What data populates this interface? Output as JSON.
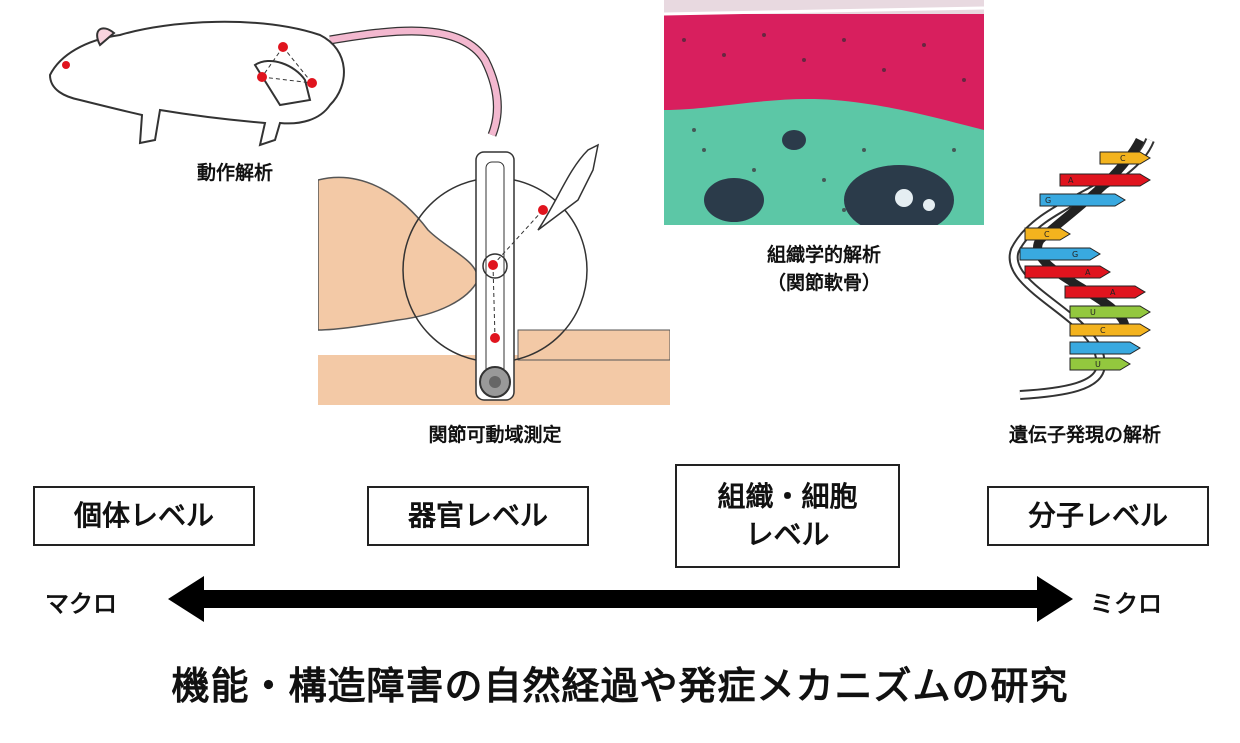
{
  "captions": {
    "motion": "動作解析",
    "rom": "関節可動域測定",
    "histology_line1": "組織学的解析",
    "histology_line2": "（関節軟骨）",
    "gene": "遺伝子発現の解析"
  },
  "levels": {
    "individual": "個体レベル",
    "organ": "器官レベル",
    "tissue_line1": "組織・細胞",
    "tissue_line2": "レベル",
    "molecular": "分子レベル"
  },
  "scale": {
    "left": "マクロ",
    "right": "ミクロ"
  },
  "title": "機能・構造障害の自然経過や発症メカニズムの研究",
  "dna_labels": [
    "C",
    "A",
    "G",
    "C",
    "G",
    "A",
    "A",
    "U",
    "C",
    "U"
  ],
  "colors": {
    "marker_red": "#e0141e",
    "cartilage": "#d81f5e",
    "bone": "#5cc7a6",
    "skin": "#f3c9a6"
  }
}
